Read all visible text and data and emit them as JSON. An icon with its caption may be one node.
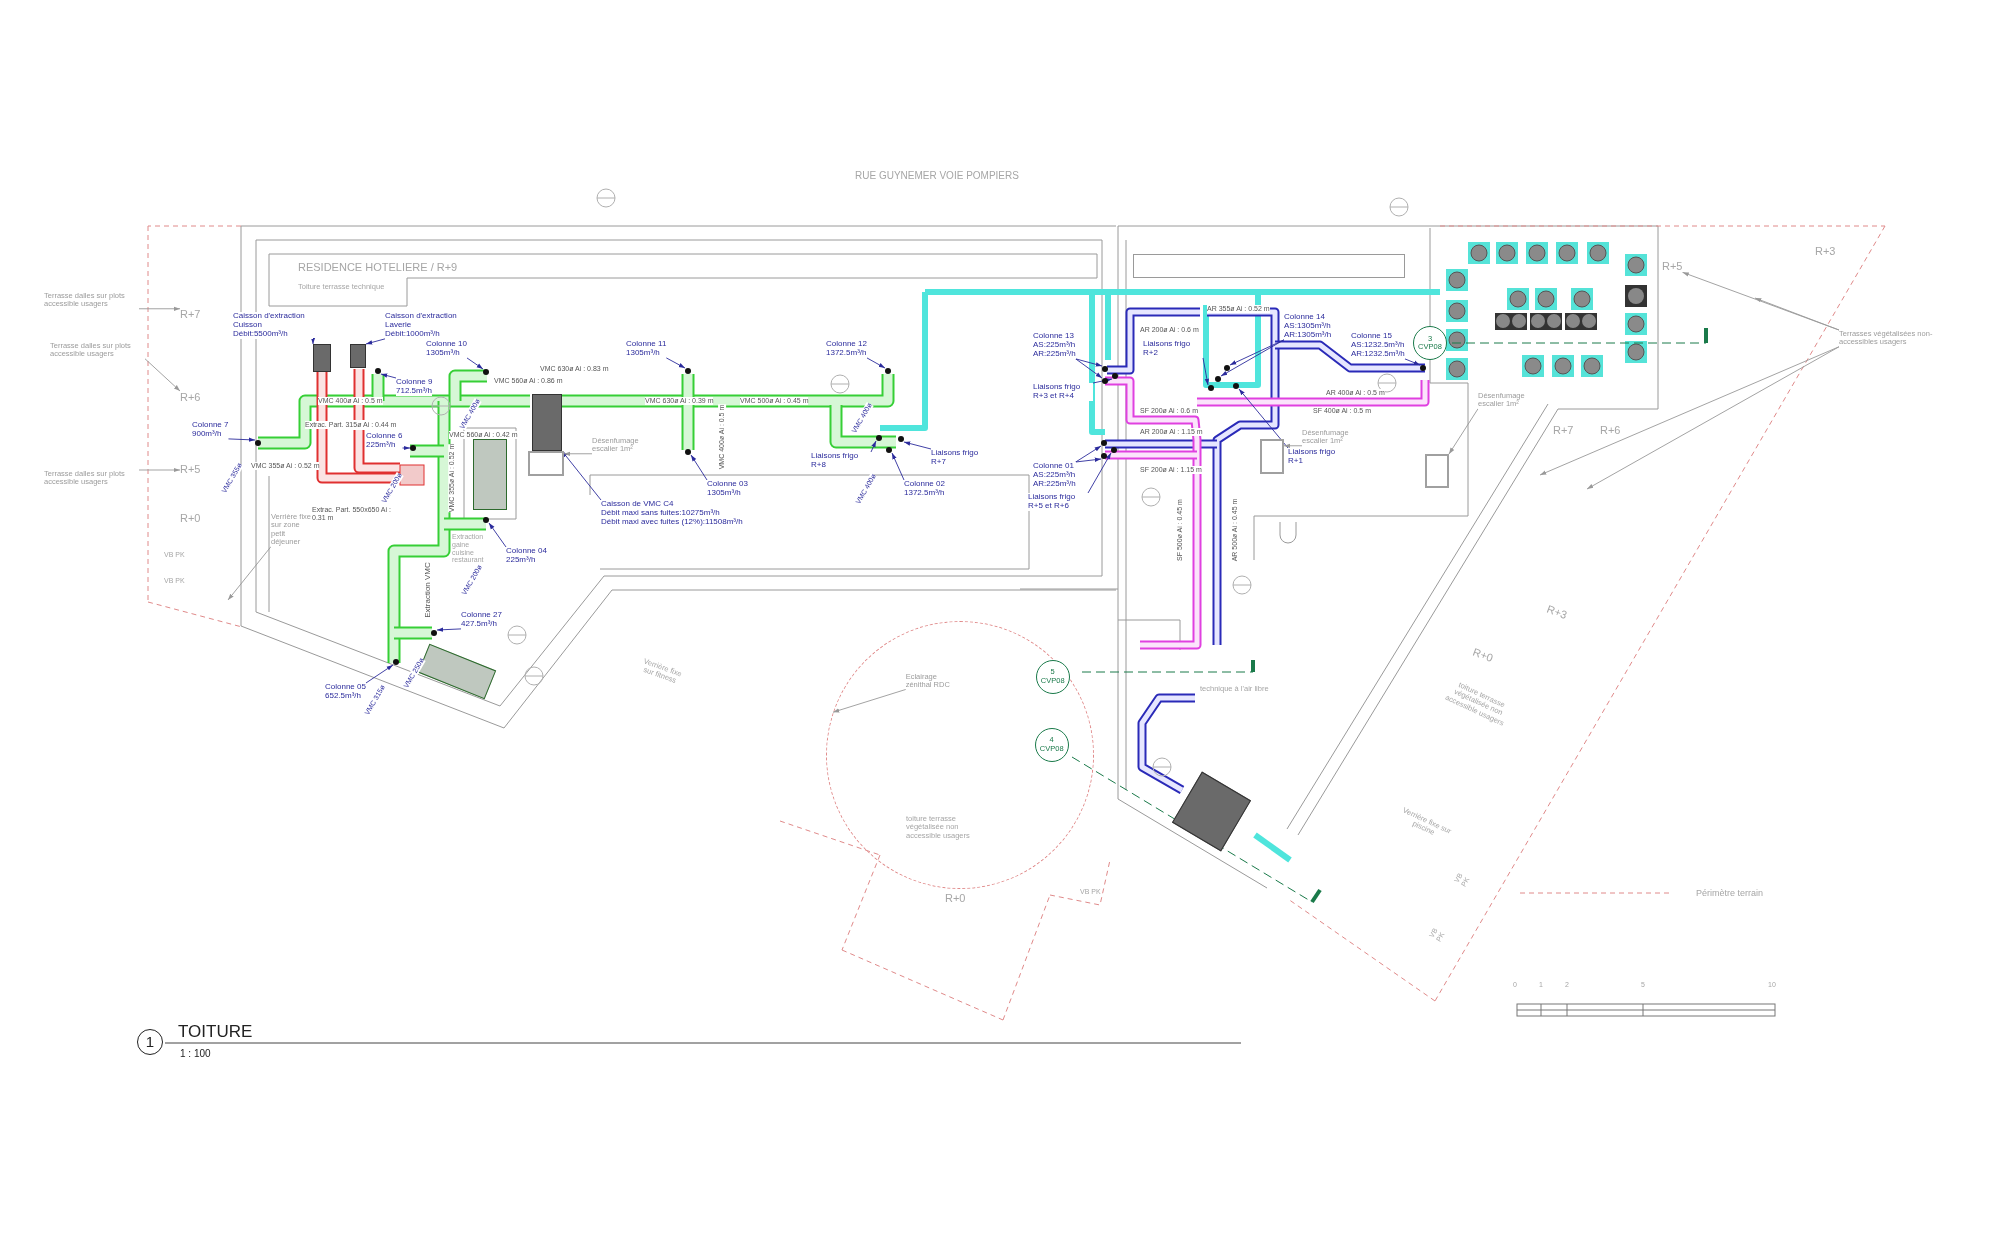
{
  "diagram": {
    "title": "TOITURE",
    "nodes": [
      {
        "text": [
          "Caisson d'extraction Cuisson",
          "Débit:5500m³/h"
        ]
      },
      {
        "text": [
          "Caisson d'extraction Laverie",
          "Débit:1000m³/h"
        ]
      },
      {
        "text": [
          "Colonne 10",
          "1305m³/h"
        ]
      },
      {
        "text": [
          "Colonne 9",
          "712.5m³/h"
        ]
      },
      {
        "text": [
          "Colonne 7",
          "900m³/h"
        ]
      },
      {
        "text": [
          "Colonne 6",
          "225m³/h"
        ]
      },
      {
        "text": [
          "Colonne 04",
          "225m³/h"
        ]
      },
      {
        "text": [
          "Colonne 27",
          "427.5m³/h"
        ]
      },
      {
        "text": [
          "Colonne 05",
          "652.5m³/h"
        ]
      },
      {
        "text": [
          "Caisson de VMC C4",
          "Débit maxi sans fuites:10275m³/h",
          "Débit maxi avec fuites (12%):11508m³/h"
        ]
      },
      {
        "text": [
          "Colonne 11",
          "1305m³/h"
        ]
      },
      {
        "text": [
          "Colonne 12",
          "1372.5m³/h"
        ]
      },
      {
        "text": [
          "Colonne 03",
          "1305m³/h"
        ]
      },
      {
        "text": [
          "Liaisons frigo R+8"
        ]
      },
      {
        "text": [
          "Liaisons frigo R+7"
        ]
      },
      {
        "text": [
          "Colonne 02",
          "1372.5m³/h"
        ]
      },
      {
        "text": [
          "Colonne 13",
          "AS:225m³/h",
          "AR:225m³/h"
        ]
      },
      {
        "text": [
          "Liaisons frigo R+3 et R+4"
        ]
      },
      {
        "text": [
          "Colonne 01",
          "AS:225m³/h",
          "AR:225m³/h"
        ]
      },
      {
        "text": [
          "Liaisons frigo R+5 et R+6"
        ]
      },
      {
        "text": [
          "Liaisons frigo R+2"
        ]
      },
      {
        "text": [
          "Colonne 14",
          "AS:1305m³/h",
          "AR:1305m³/h"
        ]
      },
      {
        "text": [
          "Colonne 15",
          "AS:1232.5m³/h",
          "AR:1232.5m³/h"
        ]
      },
      {
        "text": [
          "Liaisons frigo R+1"
        ]
      },
      {
        "text": [
          "Terrasse dalles sur plots accessible usagers"
        ]
      },
      {
        "text": [
          "Terrasse dalles sur plots accessible usagers"
        ]
      },
      {
        "text": [
          "Terrasse dalles sur plots accessible usagers"
        ]
      },
      {
        "text": [
          "Verrière fixe sur zone petit déjeuner"
        ]
      },
      {
        "text": [
          "Désenfumage escalier 1m²"
        ]
      },
      {
        "text": [],
        "shape": "circle"
      },
      {
        "text": [
          "Eclairage zénithal RDC"
        ],
        "in": 29
      },
      {
        "text": [
          "Désenfumage escalier 1m²"
        ]
      },
      {
        "text": [
          "Désenfumage escalier 1m²"
        ]
      },
      {
        "text": [
          "Terrasses végétalisées non-accessibles usagers"
        ]
      },
      {
        "text": [
          "1"
        ]
      },
      {
        "text": [
          "5",
          "CVP08"
        ],
        "in": 29
      },
      {
        "text": [
          "4",
          "CVP08"
        ],
        "in": 29
      },
      {
        "text": [
          "3",
          "CVP08"
        ]
      },
      {
        "text": [],
        "shape": "box"
      },
      {
        "text": [],
        "shape": "box"
      },
      {
        "text": [],
        "shape": "box"
      },
      {
        "text": [],
        "shape": "box"
      },
      {
        "text": [],
        "shape": "box"
      },
      {
        "text": [],
        "shape": "box"
      },
      {
        "text": [],
        "shape": "circle"
      },
      {
        "text": [],
        "shape": "circle"
      },
      {
        "text": [],
        "shape": "circle"
      },
      {
        "text": [],
        "shape": "circle"
      },
      {
        "text": [],
        "shape": "circle"
      },
      {
        "text": [],
        "shape": "circle"
      },
      {
        "text": [],
        "shape": "circle"
      },
      {
        "text": [],
        "shape": "circle"
      },
      {
        "text": [],
        "shape": "circle"
      },
      {
        "text": [],
        "shape": "circle"
      },
      {
        "text": [],
        "shape": "circle"
      },
      {
        "text": [],
        "shape": "circle"
      },
      {
        "text": [],
        "shape": "circle"
      },
      {
        "text": [],
        "shape": "circle"
      },
      {
        "text": [],
        "shape": "circle"
      },
      {
        "text": [],
        "shape": "circle"
      },
      {
        "text": [],
        "shape": "circle"
      },
      {
        "text": [],
        "shape": "circle"
      },
      {
        "text": [],
        "shape": "circle"
      },
      {
        "text": [],
        "shape": "circle"
      },
      {
        "text": [],
        "shape": "circle"
      },
      {
        "text": [],
        "shape": "circle"
      },
      {
        "text": [],
        "shape": "circle"
      },
      {
        "text": [],
        "shape": "circle"
      },
      {
        "text": [],
        "shape": "box"
      },
      {
        "text": [],
        "shape": "box"
      },
      {
        "text": [],
        "shape": "box"
      },
      {
        "text": [],
        "shape": "box"
      },
      {
        "text": [
          "R+7"
        ]
      },
      {
        "text": [
          "R+6"
        ]
      },
      {
        "text": [
          "R+5"
        ]
      },
      {
        "text": [
          "R+5"
        ]
      }
    ],
    "edges": [
      {
        "from": 0,
        "to": 38,
        "arrow": "to"
      },
      {
        "from": 1,
        "to": 39,
        "arrow": "to"
      },
      {
        "from": 2,
        "to": 44,
        "arrow": "to"
      },
      {
        "from": 3,
        "to": 45,
        "arrow": "to"
      },
      {
        "from": 4,
        "to": 46,
        "arrow": "to"
      },
      {
        "from": 5,
        "to": 47,
        "arrow": "to"
      },
      {
        "from": 6,
        "to": 48,
        "arrow": "to"
      },
      {
        "from": 7,
        "to": 49,
        "arrow": "to"
      },
      {
        "from": 8,
        "to": 50,
        "arrow": "to"
      },
      {
        "from": 9,
        "to": 40,
        "arrow": "to"
      },
      {
        "from": 10,
        "to": 51,
        "arrow": "to"
      },
      {
        "from": 11,
        "to": 52,
        "arrow": "to"
      },
      {
        "from": 12,
        "to": 53,
        "arrow": "to"
      },
      {
        "from": 13,
        "to": 54,
        "arrow": "to"
      },
      {
        "from": 14,
        "to": 55,
        "arrow": "to"
      },
      {
        "from": 15,
        "to": 56,
        "arrow": "to"
      },
      {
        "from": 16,
        "to": 57,
        "arrow": "to"
      },
      {
        "from": 16,
        "to": 58,
        "arrow": "to"
      },
      {
        "from": 17,
        "to": 59,
        "arrow": "to"
      },
      {
        "from": 18,
        "to": 60,
        "arrow": "to"
      },
      {
        "from": 18,
        "to": 61,
        "arrow": "to"
      },
      {
        "from": 19,
        "to": 62,
        "arrow": "to"
      },
      {
        "from": 20,
        "to": 63,
        "arrow": "to"
      },
      {
        "from": 21,
        "to": 64,
        "arrow": "to"
      },
      {
        "from": 21,
        "to": 65,
        "arrow": "to"
      },
      {
        "from": 22,
        "to": 66,
        "arrow": "to"
      },
      {
        "from": 23,
        "to": 67,
        "arrow": "to"
      },
      {
        "from": 24,
        "to": 72,
        "arrow": "to",
        "color": "#999999"
      },
      {
        "from": 25,
        "to": 73,
        "arrow": "to",
        "color": "#999999"
      },
      {
        "from": 26,
        "to": 74,
        "arrow": "to",
        "color": "#999999"
      },
      {
        "from": 27,
        "to": null,
        "arrow": "to",
        "color": "#999999"
      },
      {
        "from": 28,
        "to": 41,
        "arrow": "to",
        "color": "#999999"
      },
      {
        "from": 30,
        "to": 29,
        "arrow": "to",
        "color": "#999999"
      },
      {
        "from": 31,
        "to": 42,
        "arrow": "to",
        "color": "#999999"
      },
      {
        "from": 32,
        "to": 43,
        "arrow": "to",
        "color": "#999999"
      },
      {
        "from": 33,
        "to": null,
        "arrow": "to",
        "color": "#999999"
      },
      {
        "from": 33,
        "to": 75,
        "arrow": "to",
        "color": "#999999"
      },
      {
        "from": 33,
        "to": null,
        "arrow": "to",
        "color": "#999999"
      },
      {
        "from": 33,
        "to": null,
        "arrow": "to",
        "color": "#999999"
      }
    ],
    "labels": [
      "RUE GUYNEMER VOIE POMPIERS",
      "RESIDENCE HOTELIERE / R+9",
      "Toiture terrasse technique",
      "VMC 630ø Ai : 0.83 m",
      "VMC 560ø Ai : 0.86 m",
      "VMC 400ø Ai : 0.5 m",
      "Extrac. Part. 315ø Ai : 0.44 m",
      "VMC 560ø Ai : 0.42 m",
      "VMC 355ø Ai : 0.52 m",
      "VMC 355ø",
      "VMC 200ø",
      "VMC 400ø",
      "VMC 355ø Ai : 0.52 m",
      "Extrac. Part. 550x650 Ai : 0.31 m",
      "R+0",
      "Extraction gaine cuisine restaurant",
      "VB PK",
      "VMC 200ø",
      "VB PK",
      "Extraction VMC",
      "VMC 250ø",
      "VMC 315ø",
      "VMC 630ø Ai : 0.39 m",
      "VMC 500ø Ai : 0.45 m",
      "VMC 400ø",
      "VMC 400ø Ai : 0.5 m",
      "VMC 400ø",
      "Verrière fixe sur fitness",
      "AR 355ø Ai : 0.52 m",
      "AR 200ø Ai : 0.6 m",
      "AR 400ø Ai : 0.5 m",
      "SF 200ø Ai : 0.6 m",
      "SF 400ø Ai : 0.5 m",
      "AR 200ø Ai : 1.15 m",
      "SF 200ø Ai : 1.15 m",
      "SF 500ø Ai : 0.45 m",
      "AR 500ø Ai : 0.45 m",
      "R+3",
      "R+7",
      "R+6",
      "R+3",
      "R+0",
      "toiture terrasse végétalisée non accessible usagers",
      "technique à l'air libre",
      "toiture terrasse végétalisée non accessible usagers",
      "R+0",
      "VB PK",
      "Verrière fixe sur piscine",
      "VB PK",
      "VB PK",
      "0",
      "1",
      "2",
      "5",
      "10",
      "1 : 100"
    ],
    "legend": [
      {
        "text": "Périmètre terrain"
      }
    ]
  }
}
